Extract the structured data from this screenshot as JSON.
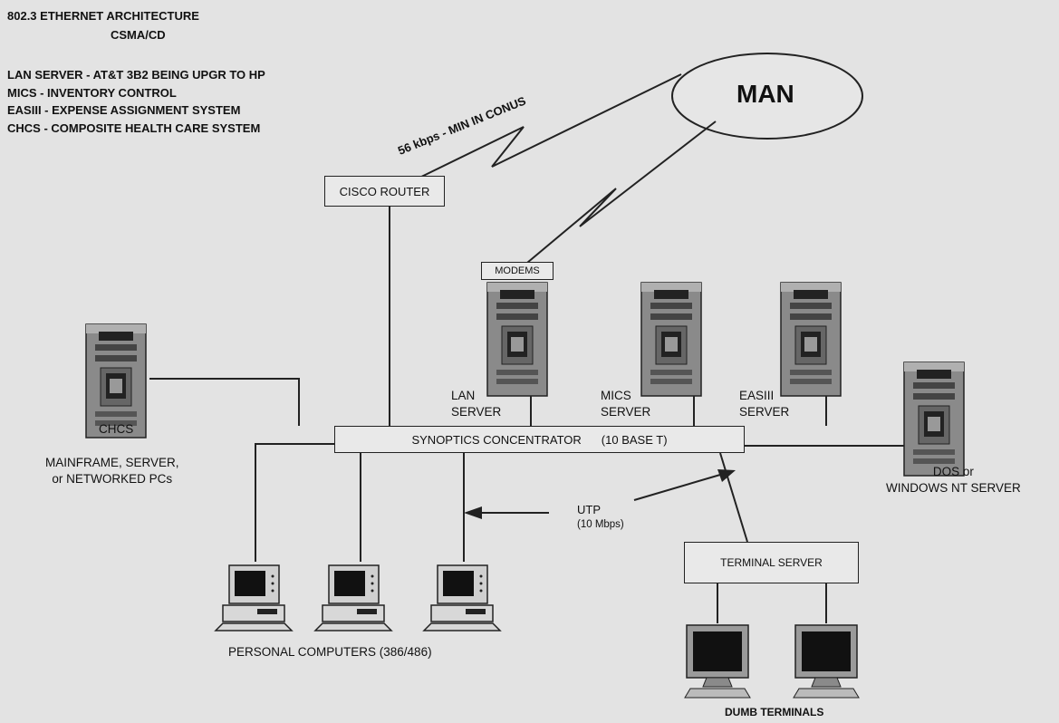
{
  "header": {
    "title": "802.3 ETHERNET ARCHITECTURE",
    "subtitle": "CSMA/CD"
  },
  "legend": [
    "LAN SERVER - AT&T 3B2 BEING UPGR TO HP",
    "MICS - INVENTORY CONTROL",
    "EASIII - EXPENSE ASSIGNMENT SYSTEM",
    "CHCS - COMPOSITE HEALTH CARE SYSTEM"
  ],
  "man": {
    "label": "MAN"
  },
  "link": {
    "label": "56 kbps - MIN IN CONUS"
  },
  "router": {
    "label": "CISCO ROUTER"
  },
  "modems": {
    "label": "MODEMS"
  },
  "servers": {
    "lan": [
      "LAN",
      "SERVER"
    ],
    "mics": [
      "MICS",
      "SERVER"
    ],
    "easiii": [
      "EASIII",
      "SERVER"
    ]
  },
  "concentrator": {
    "name": "SYNOPTICS CONCENTRATOR",
    "spec": "(10 BASE T)"
  },
  "chcs": {
    "title": "CHCS",
    "desc": [
      "MAINFRAME, SERVER,",
      "or NETWORKED PCs"
    ]
  },
  "nt_server": [
    "DOS or",
    "WINDOWS NT SERVER"
  ],
  "utp": {
    "label": "UTP",
    "speed": "(10 Mbps)"
  },
  "terminal_server": {
    "label": "TERMINAL SERVER"
  },
  "pcs": {
    "label": "PERSONAL COMPUTERS (386/486)"
  },
  "dumb_terminals": {
    "label": "DUMB TERMINALS"
  },
  "colors": {
    "background": "#e3e3e3",
    "ink": "#111111"
  }
}
